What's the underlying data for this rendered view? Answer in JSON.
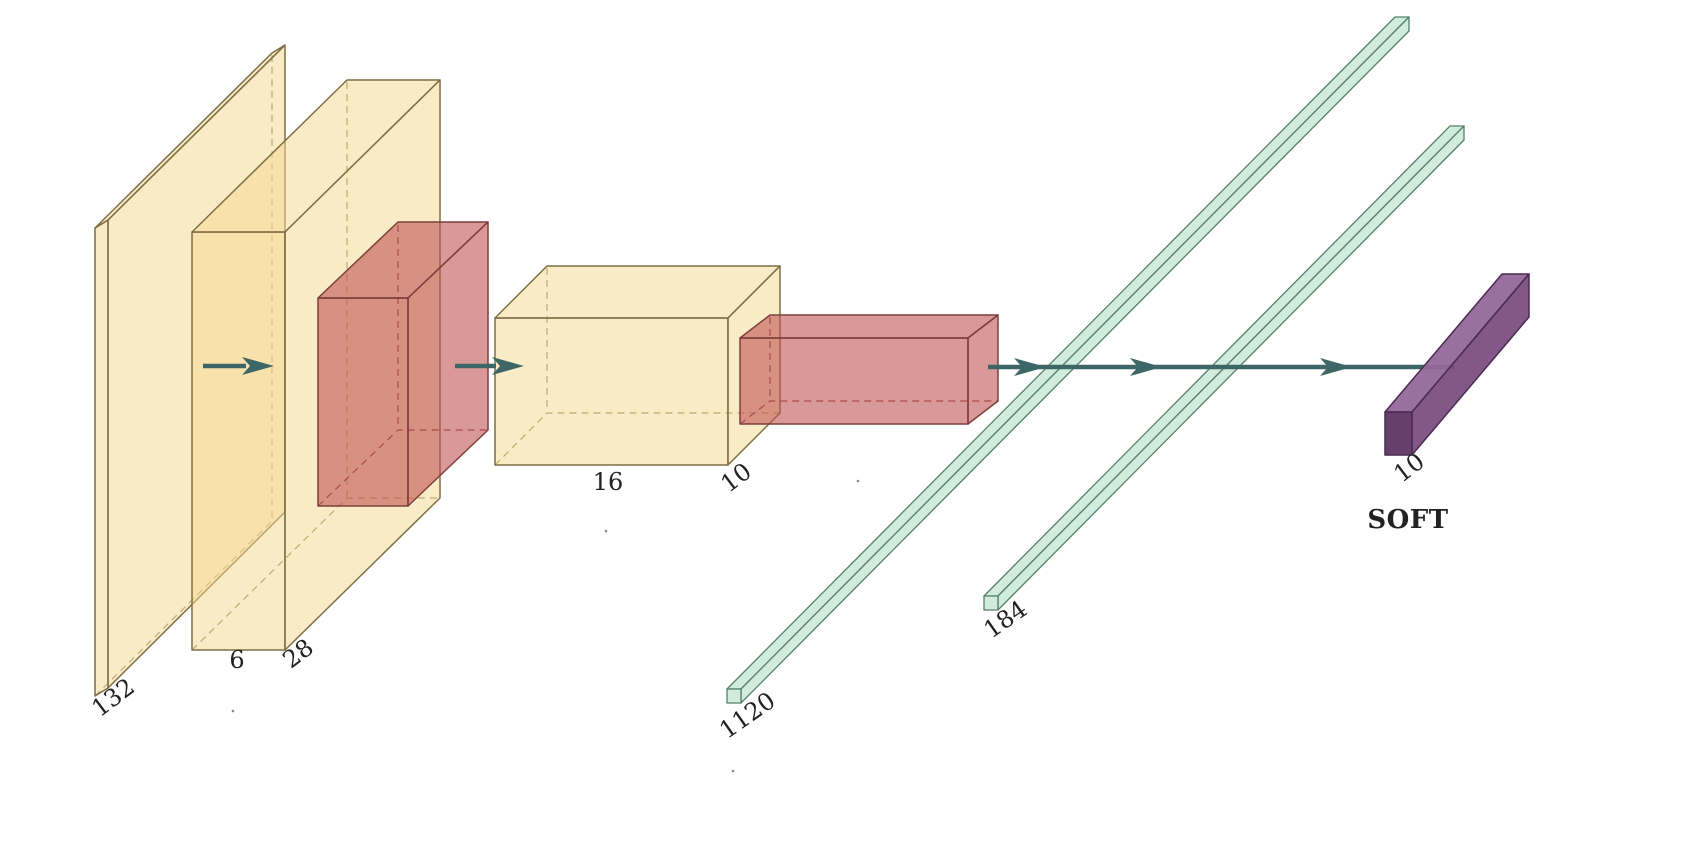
{
  "diagram": {
    "kind": "convolutional-neural-network-architecture",
    "input": {
      "size_label": "132"
    },
    "conv1": {
      "channels_label": "6",
      "size_label": "28"
    },
    "pool1": {},
    "conv2": {
      "channels_label": "16",
      "size_label": "10"
    },
    "pool2": {},
    "fc1": {
      "units_label": "1120"
    },
    "fc2": {
      "units_label": "184"
    },
    "output": {
      "units_label": "10",
      "activation_label": "SOFT"
    }
  },
  "colors": {
    "conv_fill": "#F6D88F",
    "conv_stroke": "#7F6F46",
    "pool_fill": "#C0504F",
    "pool_stroke": "#7C3F3C",
    "fc_fill": "#CDE9D9",
    "fc_stroke": "#55806B",
    "out_top": "#95689B",
    "out_side": "#7C4E82",
    "out_cap": "#5E3663",
    "out_stroke": "#4A2C50",
    "arrow": "#3D6666",
    "dash_conv": "#8D7C50",
    "dash_pool": "#8A4744",
    "label_color": "#222222"
  }
}
